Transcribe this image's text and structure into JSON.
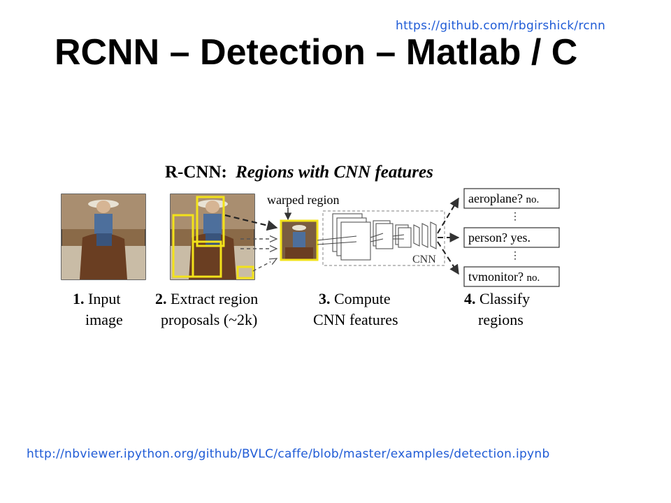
{
  "links": {
    "top": "https://github.com/rbgirshick/rcnn",
    "bottom": "http://nbviewer.ipython.org/github/BVLC/caffe/blob/master/examples/detection.ipynb"
  },
  "title": "RCNN – Detection – Matlab / C",
  "diagram": {
    "heading_prefix": "R-CNN:",
    "heading_italic": "Regions with CNN features",
    "warped_label": "warped region",
    "cnn_label": "CNN",
    "outputs": [
      {
        "label": "aeroplane?",
        "answer": "no."
      },
      {
        "label": "person?",
        "answer": "yes."
      },
      {
        "label": "tvmonitor?",
        "answer": "no."
      }
    ],
    "steps": [
      {
        "num": "1.",
        "line1": "Input",
        "line2": "image"
      },
      {
        "num": "2.",
        "line1": "Extract region",
        "line2": "proposals (~2k)"
      },
      {
        "num": "3.",
        "line1": "Compute",
        "line2": "CNN features"
      },
      {
        "num": "4.",
        "line1": "Classify",
        "line2": "regions"
      }
    ],
    "colors": {
      "proposal": "#f2e21a",
      "arrow": "#333333",
      "dashed_box": "#999999"
    }
  }
}
